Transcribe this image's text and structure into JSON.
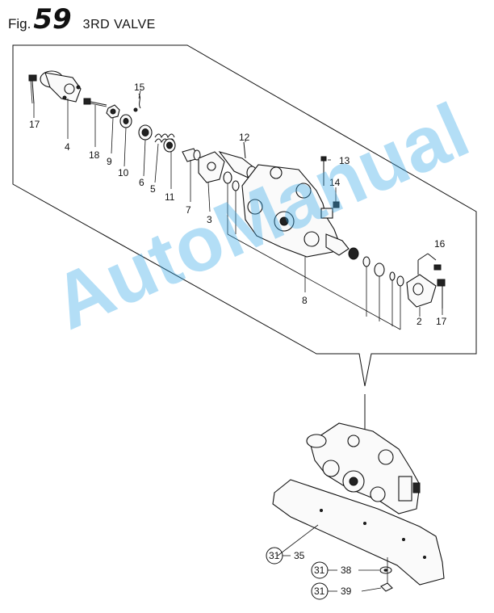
{
  "figure": {
    "prefix": "Fig.",
    "number": "59",
    "title": "3RD VALVE"
  },
  "watermark": "AutoManual",
  "callouts": [
    {
      "id": "c17a",
      "text": "17"
    },
    {
      "id": "c4",
      "text": "4"
    },
    {
      "id": "c18",
      "text": "18"
    },
    {
      "id": "c15",
      "text": "15"
    },
    {
      "id": "c9",
      "text": "9"
    },
    {
      "id": "c10",
      "text": "10"
    },
    {
      "id": "c6",
      "text": "6"
    },
    {
      "id": "c5",
      "text": "5"
    },
    {
      "id": "c11",
      "text": "11"
    },
    {
      "id": "c7",
      "text": "7"
    },
    {
      "id": "c12",
      "text": "12"
    },
    {
      "id": "c3",
      "text": "3"
    },
    {
      "id": "c13",
      "text": "13"
    },
    {
      "id": "c14",
      "text": "14"
    },
    {
      "id": "c16",
      "text": "16"
    },
    {
      "id": "c8",
      "text": "8"
    },
    {
      "id": "c2",
      "text": "2"
    },
    {
      "id": "c17b",
      "text": "17"
    }
  ],
  "ref_callouts": [
    {
      "id": "r35",
      "circle": "31",
      "text": "35"
    },
    {
      "id": "r38",
      "circle": "31",
      "text": "38"
    },
    {
      "id": "r39",
      "circle": "31",
      "text": "39"
    }
  ]
}
